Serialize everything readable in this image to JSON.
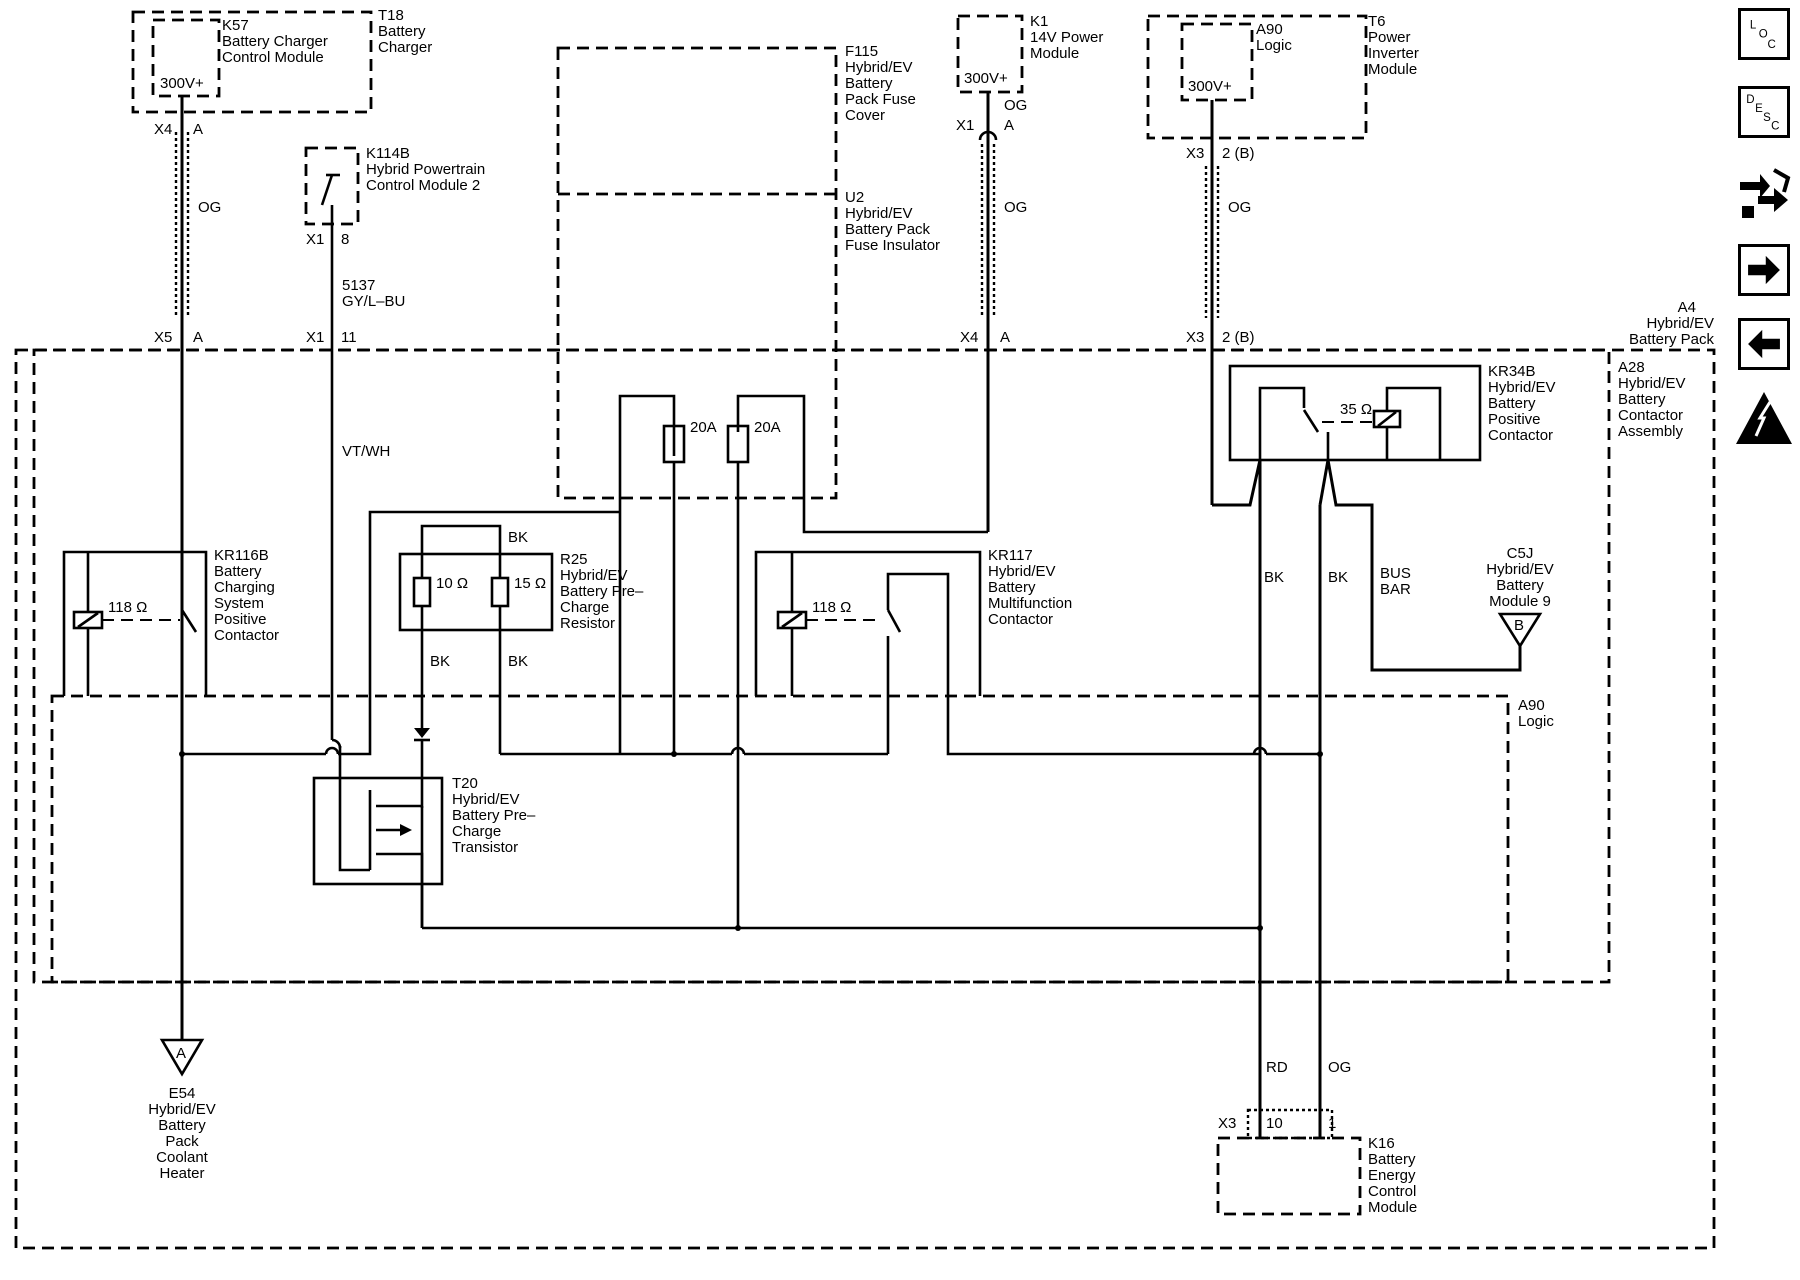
{
  "components": {
    "k57": {
      "ref": "K57",
      "name": "Battery Charger Control Module",
      "terminal": "300V+"
    },
    "t18": {
      "ref": "T18",
      "name": "Battery Charger"
    },
    "k114b": {
      "ref": "K114B",
      "name": "Hybrid Powertrain Control Module 2"
    },
    "f115": {
      "ref": "F115",
      "name": "Hybrid/EV Battery Pack Fuse Cover"
    },
    "u2": {
      "ref": "U2",
      "name": "Hybrid/EV Battery Pack Fuse Insulator"
    },
    "k1": {
      "ref": "K1",
      "name": "14V Power Module",
      "terminal": "300V+"
    },
    "a90_top": {
      "ref": "A90",
      "name": "Logic",
      "terminal": "300V+"
    },
    "t6": {
      "ref": "T6",
      "name": "Power Inverter Module"
    },
    "a4": {
      "ref": "A4",
      "name": "Hybrid/EV Battery Pack"
    },
    "a28": {
      "ref": "A28",
      "name": "Hybrid/EV Battery Contactor Assembly"
    },
    "kr34b": {
      "ref": "KR34B",
      "name": "Hybrid/EV Battery Positive Contactor",
      "coil": "35 Ω"
    },
    "kr116b": {
      "ref": "KR116B",
      "name": "Battery Charging System Positive Contactor",
      "coil": "118 Ω"
    },
    "r25": {
      "ref": "R25",
      "name": "Hybrid/EV Battery Pre-Charge Resistor",
      "r1": "10 Ω",
      "r2": "15 Ω"
    },
    "kr117": {
      "ref": "KR117",
      "name": "Hybrid/EV Battery Multifunction Contactor",
      "coil": "118 Ω"
    },
    "c5j": {
      "ref": "C5J",
      "name": "Hybrid/EV Battery Module 9",
      "symbol": "B"
    },
    "a90_inner": {
      "ref": "A90",
      "name": "Logic"
    },
    "t20": {
      "ref": "T20",
      "name": "Hybrid/EV Battery Pre-Charge Transistor"
    },
    "e54": {
      "ref": "E54",
      "name": "Hybrid/EV Battery Pack Coolant Heater",
      "symbol": "A"
    },
    "k16": {
      "ref": "K16",
      "name": "Battery Energy Control Module"
    }
  },
  "fuses": {
    "f1": "20A",
    "f2": "20A"
  },
  "connectors": {
    "k57_top": {
      "conn": "X4",
      "pin": "A"
    },
    "k57_bot": {
      "conn": "X5",
      "pin": "A"
    },
    "k114b_top": {
      "conn": "X1",
      "pin": "8"
    },
    "k114b_bot": {
      "conn": "X1",
      "pin": "11"
    },
    "k1_top": {
      "conn": "X1",
      "pin": "A"
    },
    "k1_bot": {
      "conn": "X4",
      "pin": "A"
    },
    "t6_top": {
      "conn": "X3",
      "pin": "2 (B)"
    },
    "t6_bot": {
      "conn": "X3",
      "pin": "2 (B)"
    },
    "k16": {
      "conn": "X3",
      "pin_a": "10",
      "pin_b": "1"
    }
  },
  "wires": {
    "og": "OG",
    "circuit_5137": "5137",
    "gy_lbu": "GY/L–BU",
    "vt_wh": "VT/WH",
    "bk": "BK",
    "rd": "RD",
    "bus_bar": "BUS BAR"
  },
  "toolbar": {
    "loc_label": [
      "L",
      "O",
      "C"
    ],
    "desc_label": [
      "D",
      "E",
      "S",
      "C"
    ],
    "icons": [
      "loc-button",
      "desc-button",
      "connector-list-button",
      "next-page-button",
      "previous-page-button",
      "high-voltage-warning-icon"
    ]
  }
}
